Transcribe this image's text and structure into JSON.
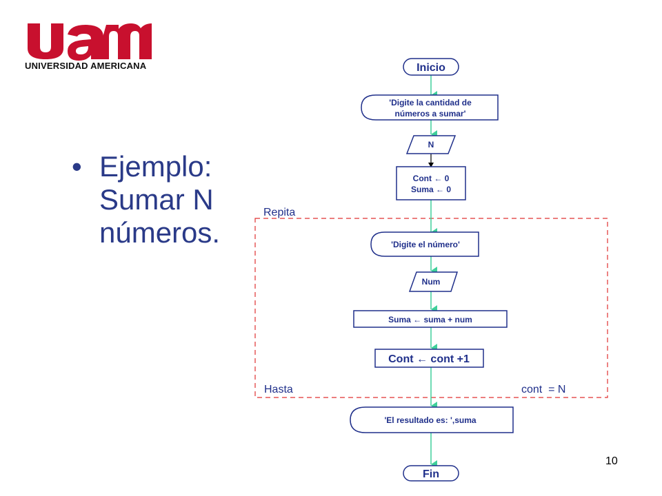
{
  "logo": {
    "mark": "uam",
    "name": "UNIVERSIDAD AMERICANA",
    "colors": {
      "mark": "#c8102e",
      "text": "#111111"
    }
  },
  "slide": {
    "bullet_symbol": "•",
    "bullet_lines": [
      "Ejemplo:",
      "Sumar N",
      "números."
    ],
    "page_number": "10"
  },
  "flowchart": {
    "start": "Inicio",
    "prompt_count": [
      "'Digite la cantidad de",
      "números a sumar'"
    ],
    "input_n": "N",
    "init_cont": "Cont ← 0",
    "init_suma": "Suma ← 0",
    "loop_start": "Repita",
    "prompt_number": "'Digite el número'",
    "input_num": "Num",
    "accumulate": "Suma ← suma + num",
    "increment": "Cont ← cont +1",
    "loop_until": "Hasta",
    "condition": "cont  = N",
    "output": "'El resultado es: ',suma",
    "end": "Fin",
    "colors": {
      "connector": "#3fcf9a",
      "shape_border": "#1f2f8a",
      "loop_border": "#e03030",
      "text": "#1f2f8a"
    }
  }
}
